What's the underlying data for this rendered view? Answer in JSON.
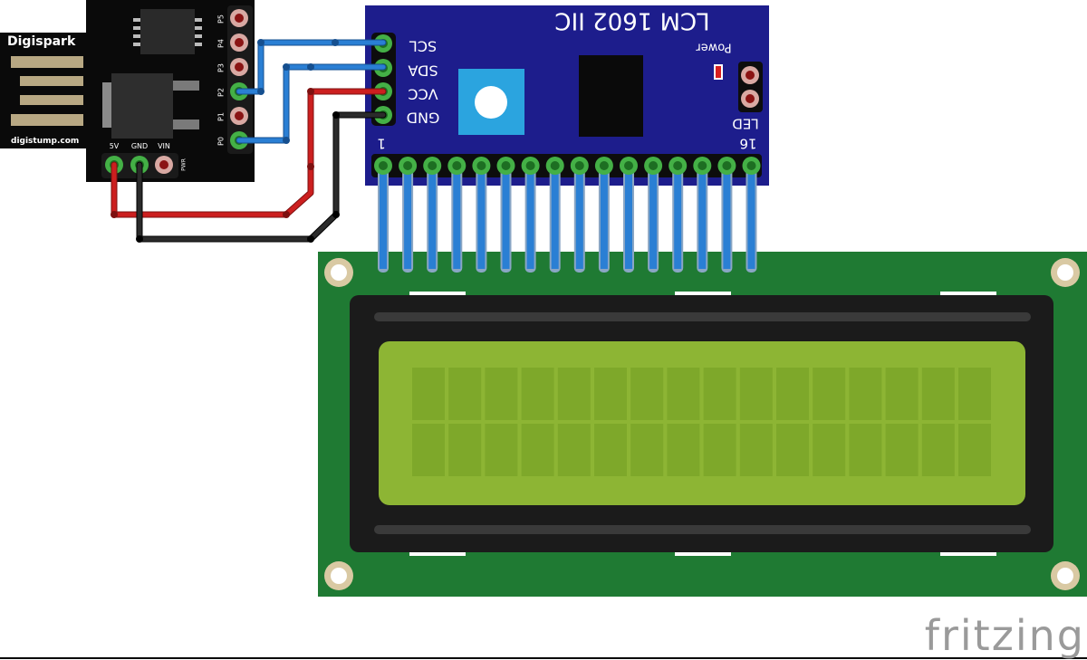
{
  "digispark": {
    "title": "Digispark",
    "website": "digistump.com",
    "header_pins": [
      "P5",
      "P4",
      "P3",
      "P2",
      "P1",
      "P0"
    ],
    "power_pins": [
      "5V",
      "GND",
      "VIN"
    ],
    "pwr_label": "PWR"
  },
  "i2c_module": {
    "title": "LCM 1602 IIC",
    "pins": [
      "SCL",
      "SDA",
      "VCC",
      "GND"
    ],
    "power_label": "Power",
    "led_label": "LED",
    "pin_first": "1",
    "pin_last": "16",
    "header_pin_count": 16
  },
  "lcd": {
    "rows": 2,
    "cols": 16
  },
  "wires": [
    {
      "from": "P2",
      "to": "SCL",
      "color": "#2a7fd4"
    },
    {
      "from": "P0",
      "to": "SDA",
      "color": "#2a7fd4"
    },
    {
      "from": "5V",
      "to": "VCC",
      "color": "#cc1f1f"
    },
    {
      "from": "GND",
      "to": "GND",
      "color": "#1a1a1a"
    }
  ],
  "colors": {
    "board": "#0a0a0a",
    "i2c_board": "#1d1d8c",
    "lcd_pcb": "#1f7a33",
    "lcd_bezel": "#1b1b1b",
    "lcd_screen": "#8db534",
    "wire_blue": "#2a7fd4",
    "wire_red": "#cc1f1f",
    "wire_black": "#1a1a1a"
  },
  "watermark": "fritzing"
}
